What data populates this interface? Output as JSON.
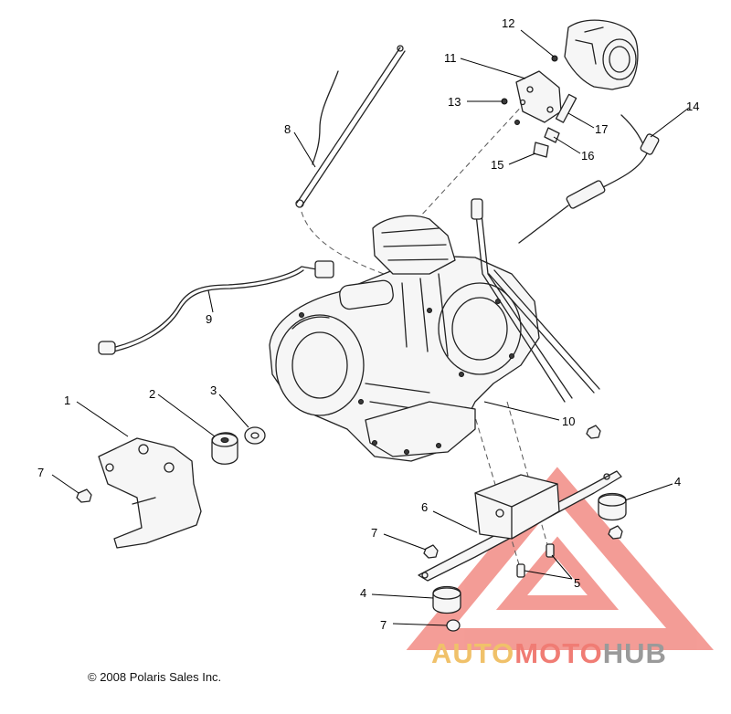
{
  "diagram": {
    "callouts": [
      "1",
      "2",
      "3",
      "4",
      "4",
      "5",
      "6",
      "7",
      "7",
      "7",
      "8",
      "9",
      "10",
      "11",
      "12",
      "13",
      "14",
      "15",
      "16",
      "17"
    ],
    "copyright": "© 2008 Polaris Sales Inc.",
    "watermark": {
      "part1": "AUTO",
      "part2": "MOTO",
      "part3": "HUB"
    }
  },
  "colors": {
    "line": "#222222",
    "watermark_red": "#f07c74",
    "watermark_gold": "#f0c16a",
    "watermark_gray": "#9a9a9a"
  }
}
